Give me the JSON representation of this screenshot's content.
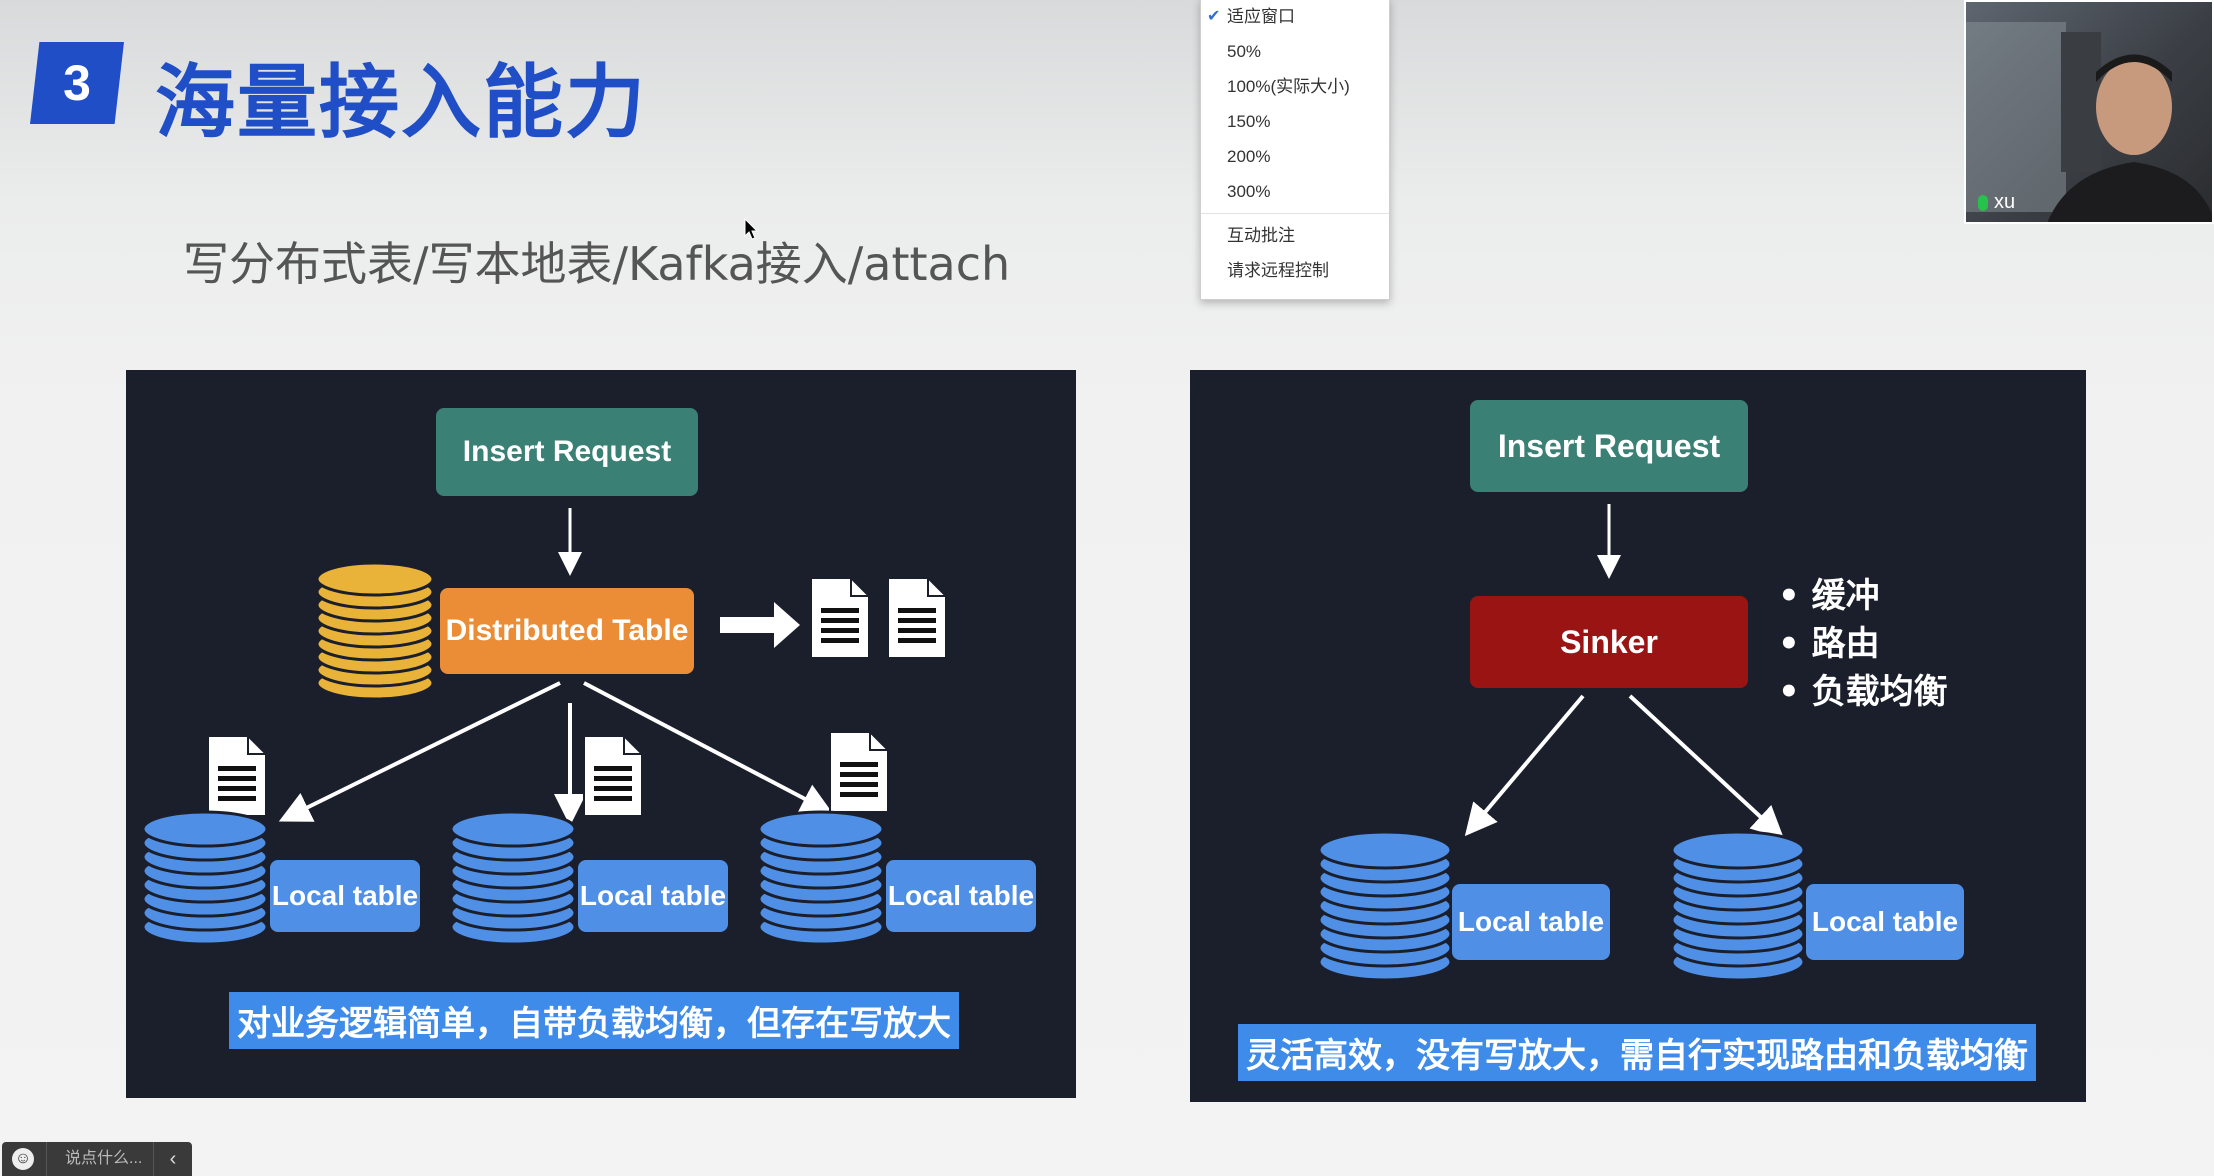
{
  "slide": {
    "section_number": "3",
    "title": "海量接入能力",
    "subtitle": "写分布式表/写本地表/Kafka接入/attach"
  },
  "left_diagram": {
    "insert_request": "Insert Request",
    "distributed_table": "Distributed Table",
    "local_tables": [
      "Local table",
      "Local table",
      "Local table"
    ],
    "caption": "对业务逻辑简单，自带负载均衡，但存在写放大"
  },
  "right_diagram": {
    "insert_request": "Insert Request",
    "sinker": "Sinker",
    "bullets": [
      "缓冲",
      "路由",
      "负载均衡"
    ],
    "local_tables": [
      "Local table",
      "Local table"
    ],
    "caption": "灵活高效，没有写放大，需自行实现路由和负载均衡"
  },
  "zoom_menu": {
    "items": [
      "适应窗口",
      "50%",
      "100%(实际大小)",
      "150%",
      "200%",
      "300%"
    ],
    "selected": "适应窗口",
    "actions": [
      "互动批注",
      "请求远程控制"
    ]
  },
  "video": {
    "participant": "xu"
  },
  "chat": {
    "placeholder": "说点什么..."
  },
  "colors": {
    "title_blue": "#1f4ec7",
    "panel_bg": "#1b1f2c",
    "insert_green": "#3b8075",
    "distributed_orange": "#ea8d36",
    "sinker_red": "#9a1414",
    "local_blue": "#4f8fe6",
    "caption_blue": "#3f8be9"
  }
}
